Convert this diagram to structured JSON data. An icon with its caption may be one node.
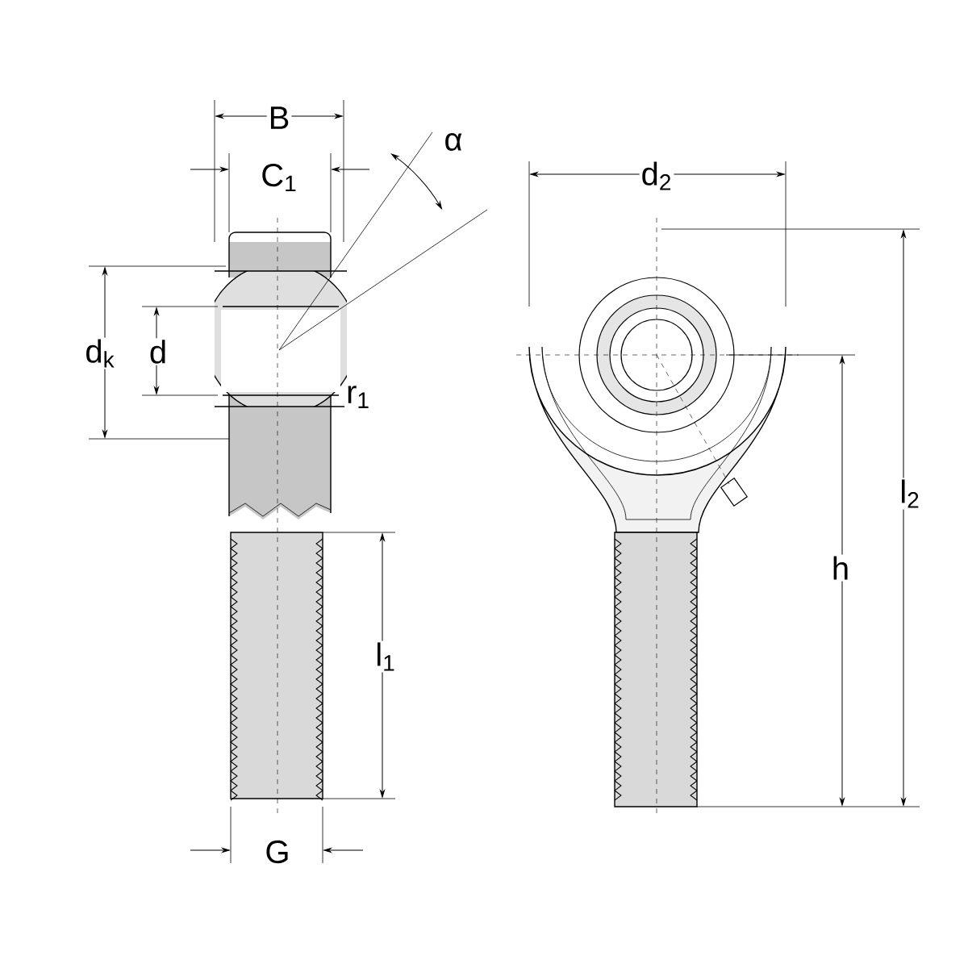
{
  "diagram": {
    "labels": [
      "B",
      "C$_{1}$",
      "α",
      "d$_{2}$",
      "d$_{k}$",
      "d",
      "r$_{1}$",
      "l$_{2}$",
      "l$_{1}$",
      "h",
      "G"
    ]
  }
}
